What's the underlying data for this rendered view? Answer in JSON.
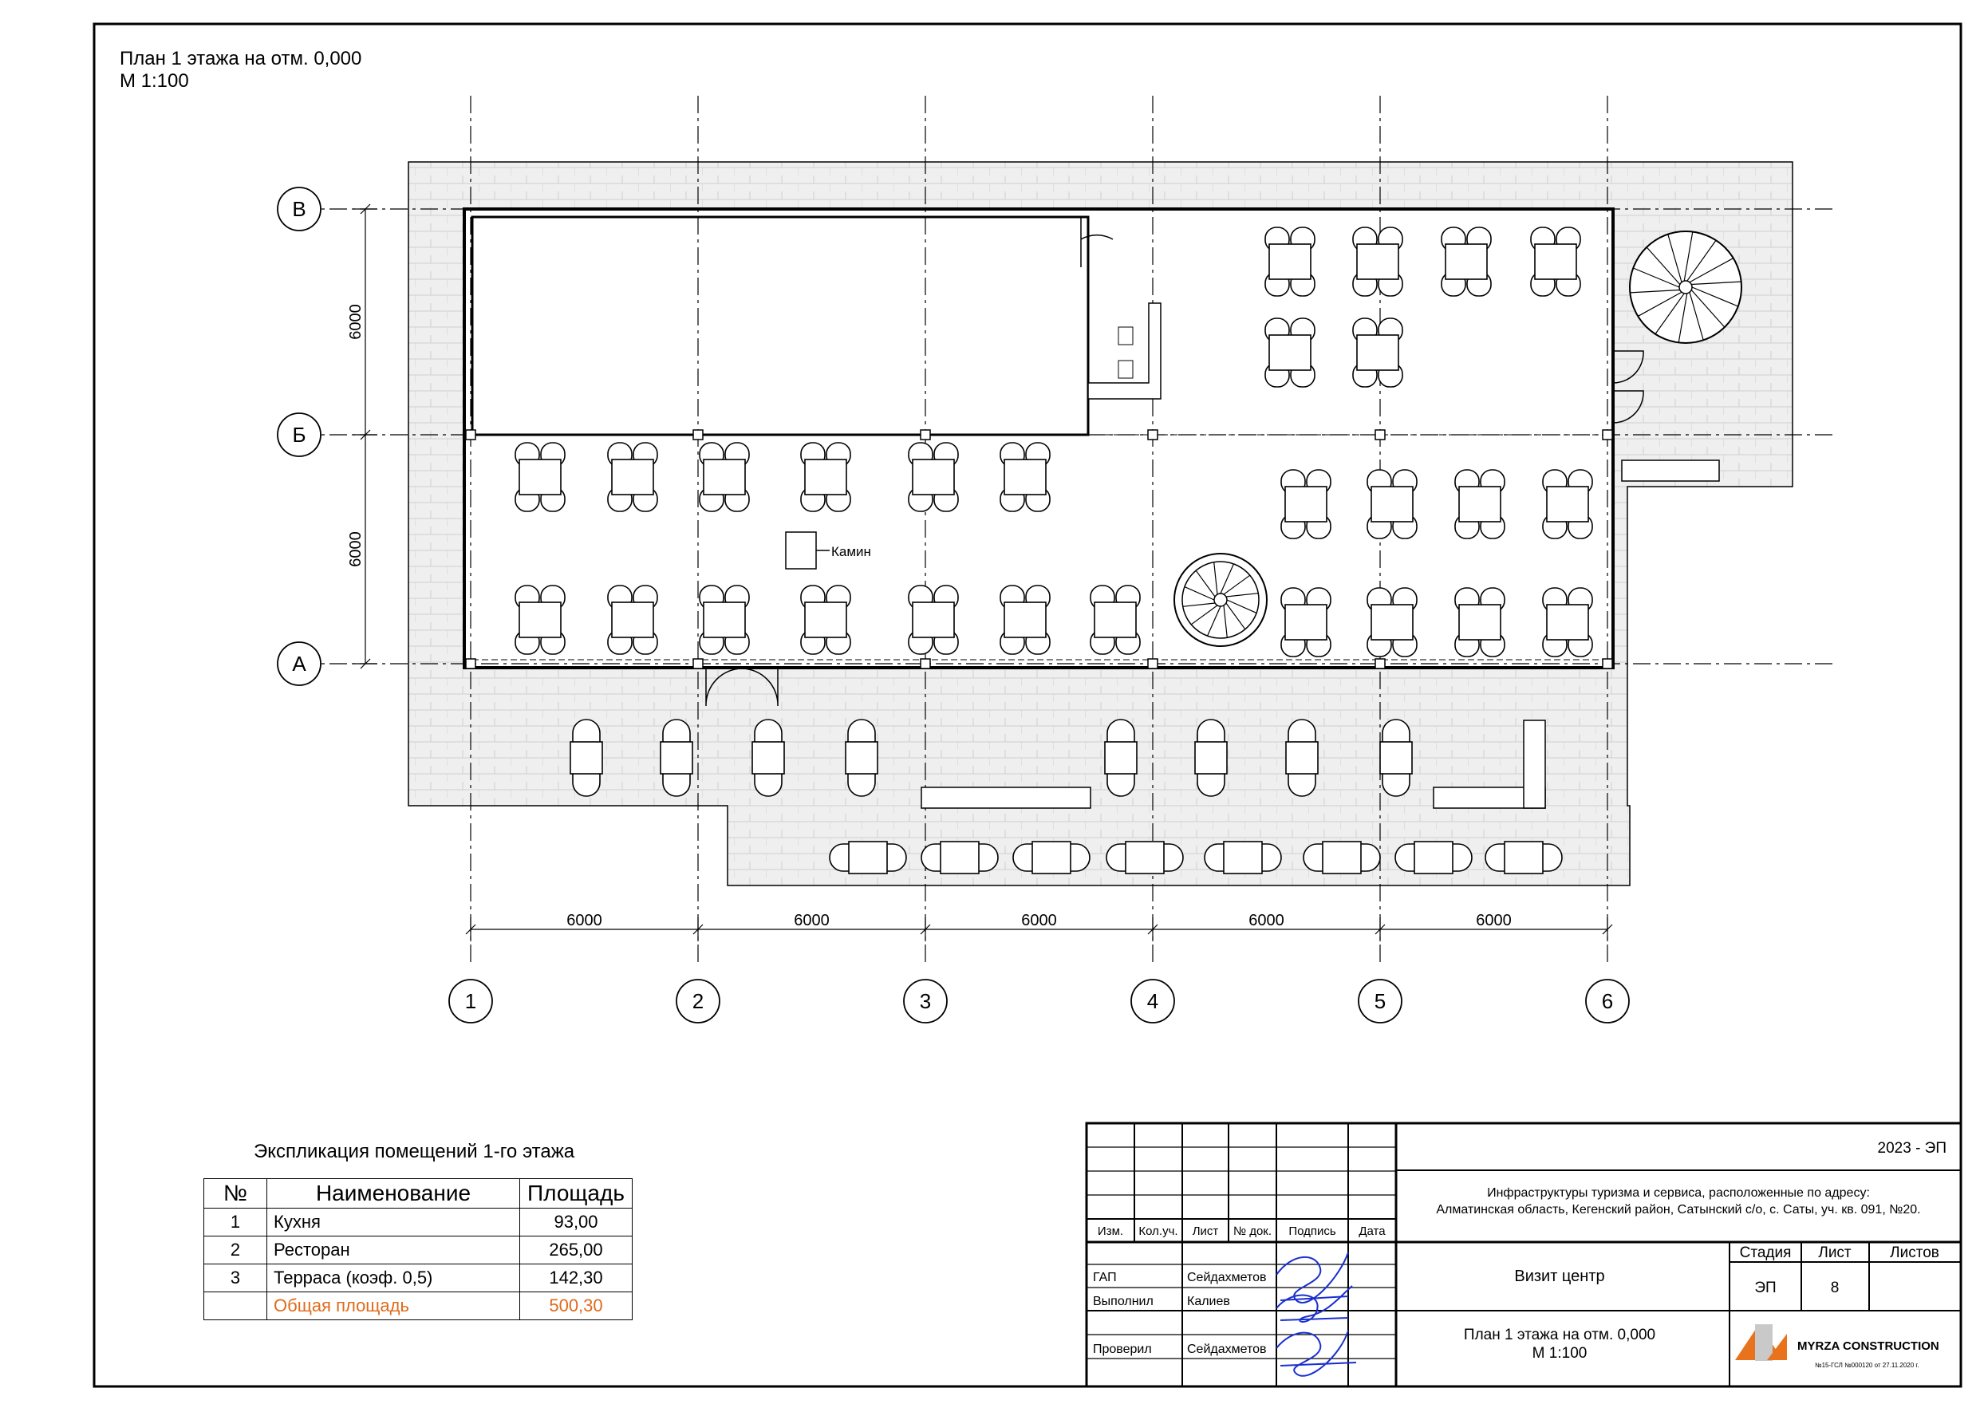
{
  "plan": {
    "title_line1": "План 1 этажа на отм. 0,000",
    "title_line2": "М 1:100",
    "axes_letters": [
      "В",
      "Б",
      "А"
    ],
    "axes_numbers": [
      "1",
      "2",
      "3",
      "4",
      "5",
      "6"
    ],
    "dim_horizontal": [
      "6000",
      "6000",
      "6000",
      "6000",
      "6000"
    ],
    "dim_vertical": [
      "6000",
      "6000"
    ],
    "fireplace_label": "Камин"
  },
  "explication": {
    "title": "Экспликация помещений 1-го этажа",
    "headers": [
      "№",
      "Наименование",
      "Площадь"
    ],
    "rows": [
      {
        "num": "1",
        "name": "Кухня",
        "area": "93,00"
      },
      {
        "num": "2",
        "name": "Ресторан",
        "area": "265,00"
      },
      {
        "num": "3",
        "name": "Терраса (коэф. 0,5)",
        "area": "142,30"
      }
    ],
    "total": {
      "name": "Общая площадь",
      "area": "500,30"
    },
    "total_color": "#e06a1a"
  },
  "stamp": {
    "code": "2023 - ЭП",
    "project_line1": "Инфраструктуры туризма и сервиса, расположенные по адресу:",
    "project_line2": "Алматинская область, Кегенский район, Сатынский с/о, с. Саты, уч. кв. 091, №20.",
    "col_headers": [
      "Изм.",
      "Кол.уч.",
      "Лист",
      "№ док.",
      "Подпись",
      "Дата"
    ],
    "roles": [
      {
        "role": "ГАП",
        "name": "Сейдахметов"
      },
      {
        "role": "Выполнил",
        "name": "Калиев"
      },
      {
        "role": "Проверил",
        "name": "Сейдахметов"
      }
    ],
    "object_name": "Визит центр",
    "sheet_title_line1": "План 1 этажа на отм. 0,000",
    "sheet_title_line2": "М 1:100",
    "stage_label": "Стадия",
    "sheet_label": "Лист",
    "sheets_label": "Листов",
    "stage_value": "ЭП",
    "sheet_value": "8",
    "sheets_value": "",
    "company": "MYRZA CONSTRUCTION",
    "license": "№15-ГСЛ №000120 от 27.11.2020 г.",
    "logo_color": "#e8731c",
    "signature_color": "#1a2fd0"
  }
}
